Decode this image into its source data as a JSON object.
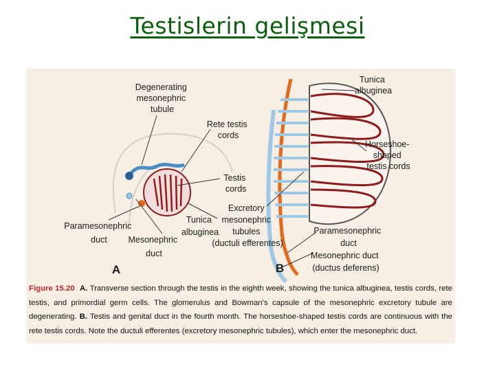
{
  "title": "Testislerin gelişmesi",
  "figure": {
    "labels": {
      "degenerating": [
        "Degenerating",
        "mesonephric",
        "tubule"
      ],
      "rete": [
        "Rete testis",
        "cords"
      ],
      "testis_cords": [
        "Testis",
        "cords"
      ],
      "paramesonephric_a": [
        "Paramesonephric",
        "duct"
      ],
      "mesonephric_a": [
        "Mesonephric",
        "duct"
      ],
      "tunica_a": [
        "Tunica",
        "albuginea"
      ],
      "excretory": [
        "Excretory",
        "mesonephric",
        "tubules",
        "(ductuli efferentes)"
      ],
      "tunica_b": [
        "Tunica",
        "albuginea"
      ],
      "horseshoe": [
        "Horseshoe-",
        "shaped",
        "testis cords"
      ],
      "paramesonephric_b": [
        "Paramesonephric",
        "duct"
      ],
      "mesonephric_b": [
        "Mesonephric duct",
        "(ductus deferens)"
      ],
      "panel_a": "A",
      "panel_b": "B"
    },
    "caption": {
      "fig_label": "Figure 15.20",
      "a_label": "A.",
      "a_text": "Transverse section through the testis in the eighth week, showing the tunica albuginea, testis cords, rete testis, and primordial germ cells. The glomerulus and Bowman’s capsule of the mesonephric excretory tubule are degenerating.",
      "b_label": "B.",
      "b_text": "Testis and genital duct in the fourth month. The horseshoe-shaped testis cords are continuous with the rete testis cords. Note the ductuli efferentes (excretory mesonephric tubules), which enter the mesonephric duct."
    },
    "colors": {
      "background": "#f7efe3",
      "title": "#0b5e0b",
      "mesonephric_duct": "#9ec9e6",
      "paramesonephric_duct": "#e26a1c",
      "testis_cords": "#8e1b1b",
      "figure_label": "#c0282b"
    }
  }
}
